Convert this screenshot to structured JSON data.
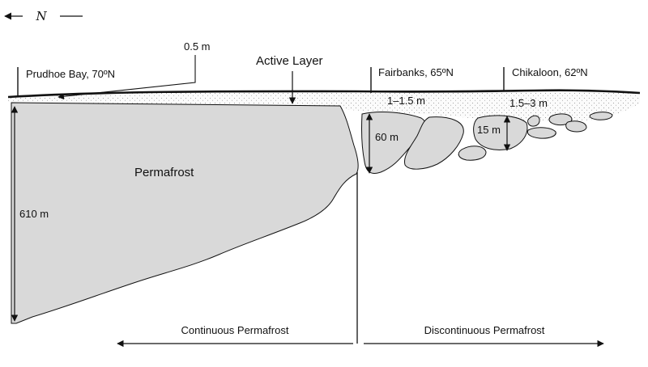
{
  "north_label": "N",
  "labels": {
    "active_layer": "Active Layer",
    "active_layer_depth_north": "0.5 m",
    "permafrost": "Permafrost",
    "depth_prudhoe": "610 m",
    "depth_fairbanks_active": "1–1.5 m",
    "depth_fairbanks_frozen": "60 m",
    "depth_chikaloon_active": "1.5–3 m",
    "depth_chikaloon_frozen": "15 m"
  },
  "sites": [
    {
      "name": "Prudhoe Bay, 70ºN"
    },
    {
      "name": "Fairbanks, 65ºN"
    },
    {
      "name": "Chikaloon, 62ºN"
    }
  ],
  "zones": {
    "continuous": "Continuous Permafrost",
    "discontinuous": "Discontinuous Permafrost"
  },
  "colors": {
    "permafrost_fill": "#d9d9d9",
    "outline": "#111111",
    "active_layer_dots": "#888888"
  }
}
